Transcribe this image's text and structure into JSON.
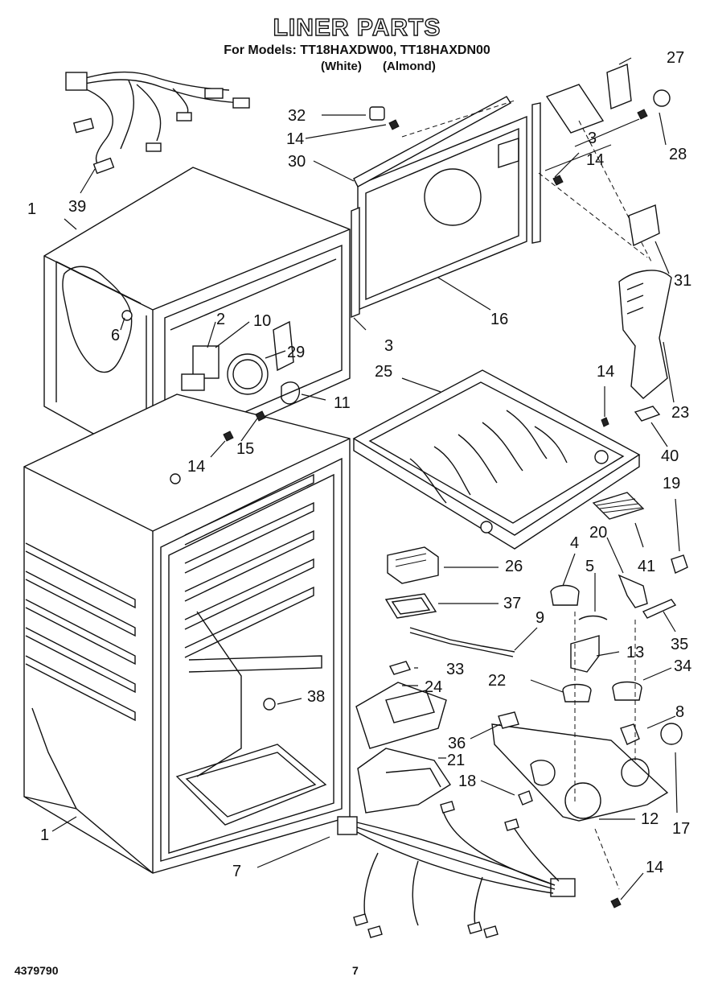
{
  "header": {
    "title": "LINER PARTS",
    "models_line": "For Models: TT18HAXDW00, TT18HAXDN00",
    "variant_white": "(White)",
    "variant_almond": "(Almond)"
  },
  "callouts": {
    "c27": "27",
    "c32": "32",
    "c14a": "14",
    "c3a": "3",
    "c14b": "14",
    "c28": "28",
    "c30": "30",
    "c39": "39",
    "c1a": "1",
    "c31": "31",
    "c16": "16",
    "c2": "2",
    "c10": "10",
    "c6": "6",
    "c29": "29",
    "c3b": "3",
    "c25": "25",
    "c14c": "14",
    "c11": "11",
    "c23": "23",
    "c14d": "14",
    "c15": "15",
    "c40": "40",
    "c19": "19",
    "c20": "20",
    "c4": "4",
    "c41": "41",
    "c26": "26",
    "c5": "5",
    "c37": "37",
    "c9": "9",
    "c35": "35",
    "c13": "13",
    "c33": "33",
    "c34": "34",
    "c22": "22",
    "c24": "24",
    "c38": "38",
    "c8": "8",
    "c36": "36",
    "c21": "21",
    "c18": "18",
    "c12": "12",
    "c17": "17",
    "c1b": "1",
    "c7": "7",
    "c14e": "14"
  },
  "footer": {
    "doc_number": "4379790",
    "page_number": "7"
  }
}
